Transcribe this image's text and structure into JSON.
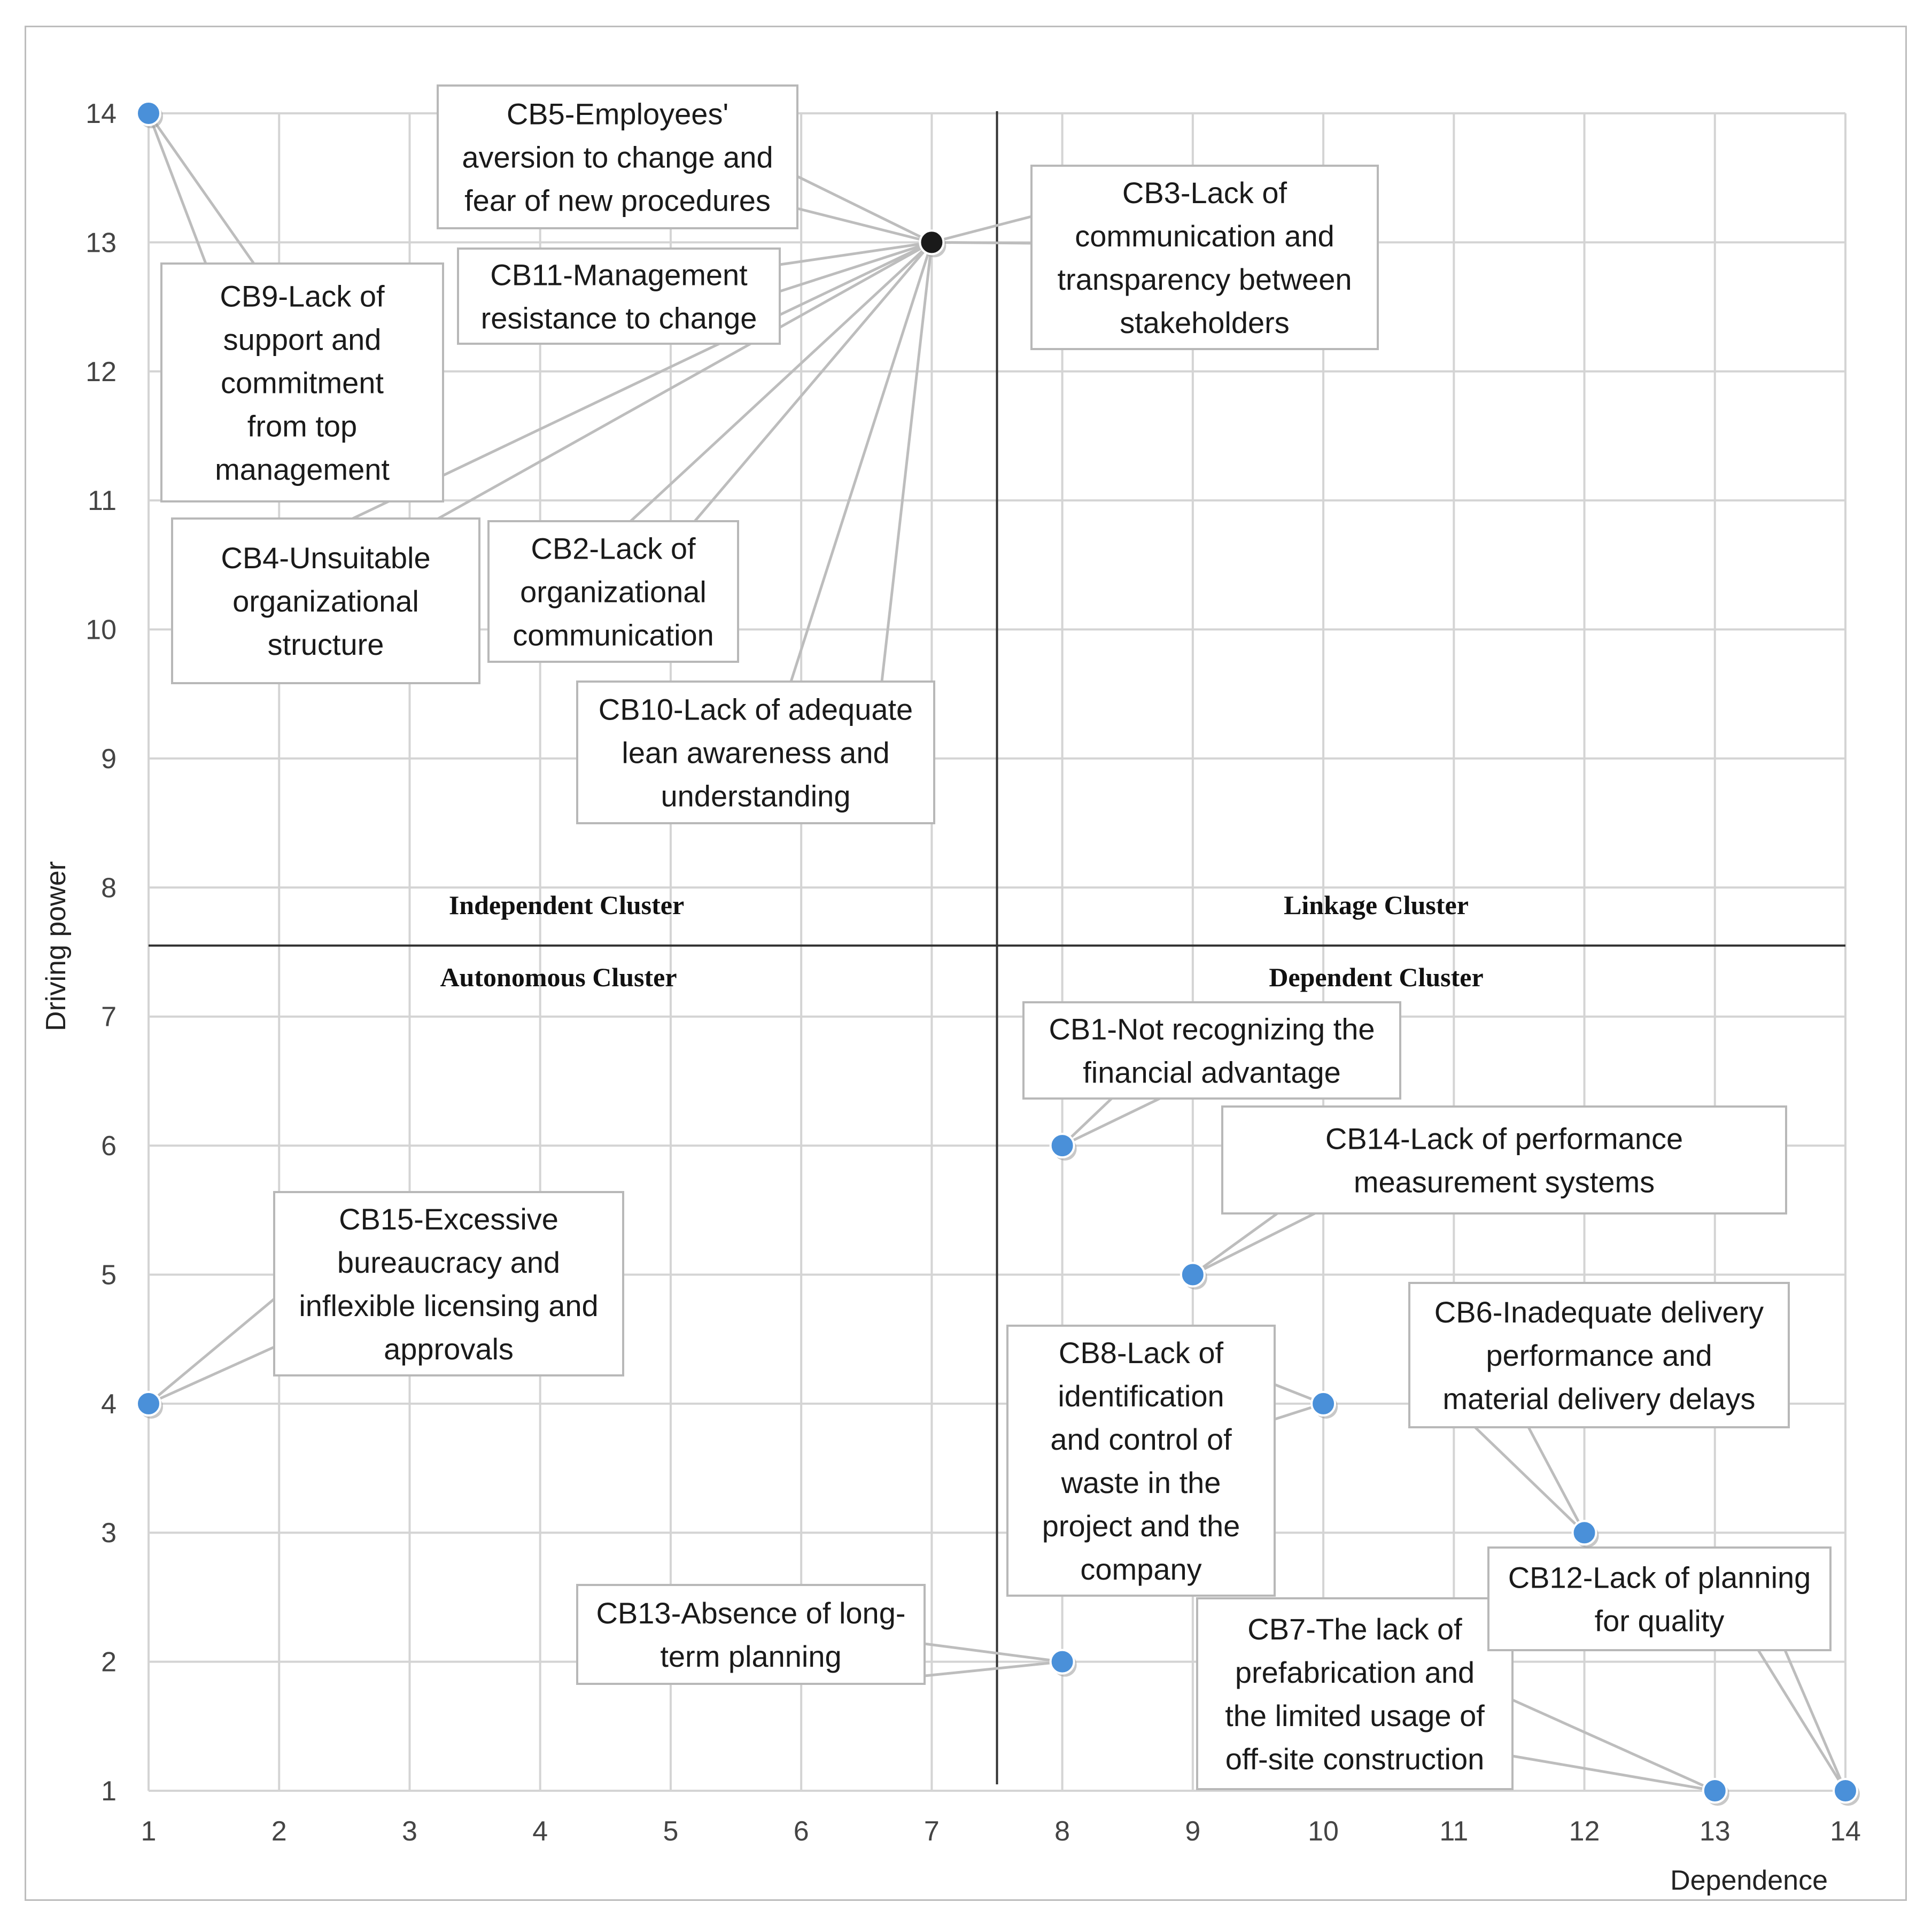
{
  "chart_data": {
    "type": "scatter",
    "xlabel": "Dependence",
    "ylabel": "Driving power",
    "xlim": [
      1,
      14
    ],
    "ylim": [
      1,
      14
    ],
    "x_ticks": [
      1,
      2,
      3,
      4,
      5,
      6,
      7,
      8,
      9,
      10,
      11,
      12,
      13,
      14
    ],
    "y_ticks": [
      1,
      2,
      3,
      4,
      5,
      6,
      7,
      8,
      9,
      10,
      11,
      12,
      13,
      14
    ],
    "grid": true,
    "dividers": {
      "x": 7.5,
      "y": 7.55
    },
    "quadrant_labels": [
      {
        "key": "independent",
        "text": "Independent Cluster"
      },
      {
        "key": "linkage",
        "text": "Linkage Cluster"
      },
      {
        "key": "autonomous",
        "text": "Autonomous Cluster"
      },
      {
        "key": "dependent",
        "text": "Dependent Cluster"
      }
    ],
    "point_color": "#4a90d9",
    "highlight_point_color": "#1a1a1a",
    "points": [
      {
        "id": "CB9",
        "x": 1,
        "y": 14,
        "lines": [
          "CB9-Lack of",
          "support and",
          "commitment",
          "from top",
          "management"
        ]
      },
      {
        "id": "CB5",
        "x": 7,
        "y": 13,
        "lines": [
          "CB5-Employees'",
          "aversion to change and",
          "fear of new procedures"
        ]
      },
      {
        "id": "CB3",
        "x": 7,
        "y": 13,
        "lines": [
          "CB3-Lack of",
          "communication and",
          "transparency between",
          "stakeholders"
        ]
      },
      {
        "id": "CB11",
        "x": 7,
        "y": 13,
        "lines": [
          "CB11-Management",
          "resistance to change"
        ]
      },
      {
        "id": "CB4",
        "x": 7,
        "y": 13,
        "lines": [
          "CB4-Unsuitable",
          "organizational",
          "structure"
        ]
      },
      {
        "id": "CB2",
        "x": 7,
        "y": 13,
        "lines": [
          "CB2-Lack of",
          "organizational",
          "communication"
        ]
      },
      {
        "id": "CB10",
        "x": 7,
        "y": 13,
        "lines": [
          "CB10-Lack of adequate",
          "lean awareness and",
          "understanding"
        ]
      },
      {
        "id": "CB1",
        "x": 8,
        "y": 6,
        "lines": [
          "CB1-Not recognizing the",
          "financial advantage"
        ]
      },
      {
        "id": "CB14",
        "x": 9,
        "y": 5,
        "lines": [
          "CB14-Lack of performance",
          "measurement systems"
        ]
      },
      {
        "id": "CB15",
        "x": 1,
        "y": 4,
        "lines": [
          "CB15-Excessive",
          "bureaucracy and",
          "inflexible  licensing and",
          "approvals"
        ]
      },
      {
        "id": "CB8",
        "x": 10,
        "y": 4,
        "lines": [
          "CB8-Lack of",
          "identification",
          "and control of",
          "waste in the",
          "project and  the",
          "company"
        ]
      },
      {
        "id": "CB6",
        "x": 12,
        "y": 3,
        "lines": [
          "CB6-Inadequate delivery",
          "performance and",
          "material delivery delays"
        ]
      },
      {
        "id": "CB13",
        "x": 8,
        "y": 2,
        "lines": [
          "CB13-Absence of long-",
          "term planning"
        ]
      },
      {
        "id": "CB7",
        "x": 13,
        "y": 1,
        "lines": [
          "CB7-The lack of",
          "prefabrication and",
          "the limited usage of",
          "off-site construction"
        ]
      },
      {
        "id": "CB12",
        "x": 14,
        "y": 1,
        "lines": [
          "CB12-Lack of planning",
          "for quality"
        ]
      }
    ]
  }
}
